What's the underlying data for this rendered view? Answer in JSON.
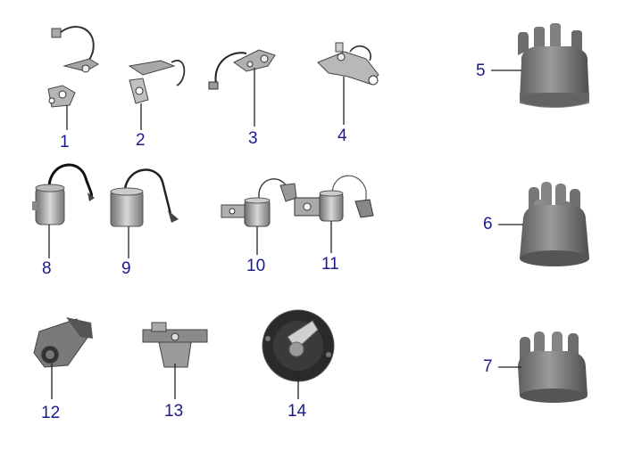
{
  "diagram": {
    "colors": {
      "label": "#1a1a8c",
      "leader": "#222222",
      "metal": "#9a9a9a",
      "cap": "#7d7d7d",
      "dark": "#2a2a2a"
    },
    "parts": [
      {
        "id": "p1",
        "label": "1",
        "icon": "contact-breaker-points-icon"
      },
      {
        "id": "p2",
        "label": "2",
        "icon": "contact-breaker-points-icon"
      },
      {
        "id": "p3",
        "label": "3",
        "icon": "contact-breaker-points-icon"
      },
      {
        "id": "p4",
        "label": "4",
        "icon": "contact-breaker-points-icon"
      },
      {
        "id": "p5",
        "label": "5",
        "icon": "distributor-cap-icon"
      },
      {
        "id": "p6",
        "label": "6",
        "icon": "distributor-cap-icon"
      },
      {
        "id": "p7",
        "label": "7",
        "icon": "distributor-cap-icon"
      },
      {
        "id": "p8",
        "label": "8",
        "icon": "condenser-icon"
      },
      {
        "id": "p9",
        "label": "9",
        "icon": "condenser-icon"
      },
      {
        "id": "p10",
        "label": "10",
        "icon": "condenser-bracket-icon"
      },
      {
        "id": "p11",
        "label": "11",
        "icon": "condenser-bracket-icon"
      },
      {
        "id": "p12",
        "label": "12",
        "icon": "rotor-arm-icon"
      },
      {
        "id": "p13",
        "label": "13",
        "icon": "rotor-arm-icon"
      },
      {
        "id": "p14",
        "label": "14",
        "icon": "rotor-disc-icon"
      }
    ]
  }
}
